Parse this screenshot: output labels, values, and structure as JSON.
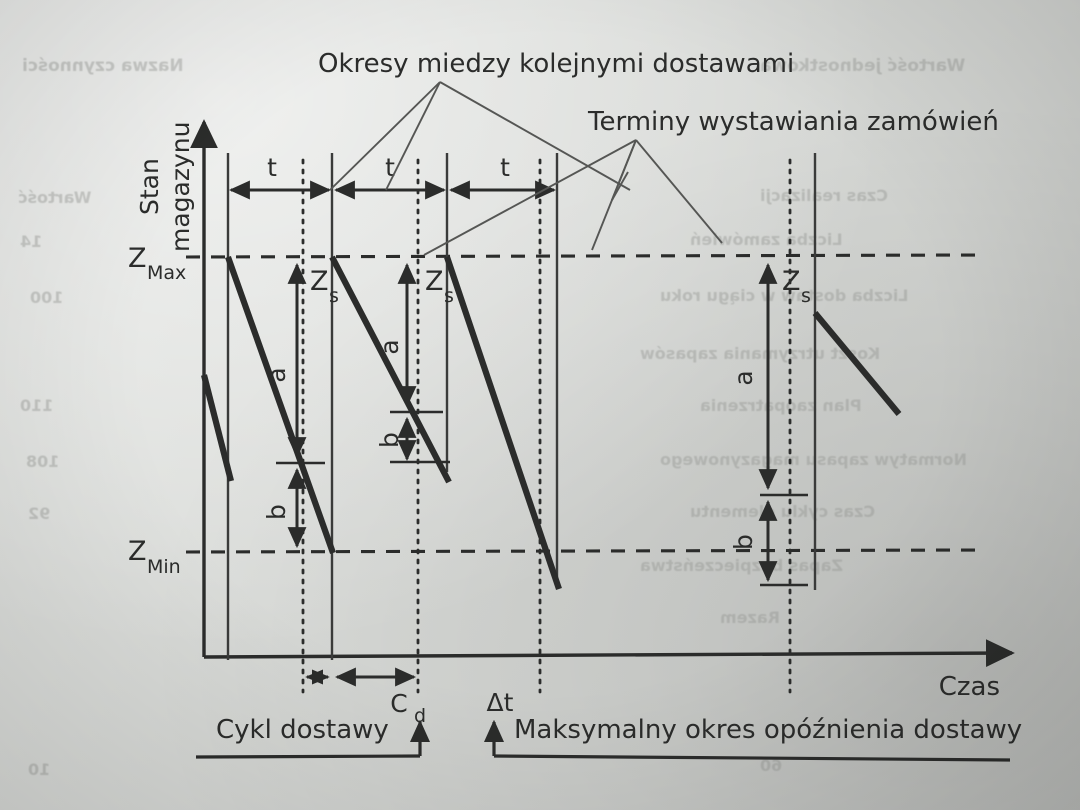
{
  "figure": {
    "axes": {
      "y_label_line1": "Stan",
      "y_label_line2": "magazynu",
      "x_label": "Czas"
    },
    "levels": [
      {
        "id": "zmax",
        "label_main": "Z",
        "label_sub": "Max",
        "y": 257
      },
      {
        "id": "zmin",
        "label_main": "Z",
        "label_sub": "Min",
        "y": 552
      }
    ],
    "period_labels": [
      "t",
      "t",
      "t"
    ],
    "stock_markers": [
      {
        "label_main": "Z",
        "label_sub": "s"
      },
      {
        "label_main": "Z",
        "label_sub": "s"
      },
      {
        "label_main": "Z",
        "label_sub": "s"
      }
    ],
    "segment_labels": {
      "a": "a",
      "b": "b"
    },
    "a_labels": [
      "a",
      "a",
      "a"
    ],
    "b_labels": [
      "b",
      "b",
      "b"
    ],
    "callouts": [
      {
        "id": "periods-between-deliveries",
        "text": "Okresy miedzy kolejnymi dostawami"
      },
      {
        "id": "order-issue-dates",
        "text": "Terminy wystawiania zamówień"
      }
    ],
    "bottom_measures": [
      {
        "id": "cd",
        "label_main": "C",
        "label_sub": "d"
      },
      {
        "id": "delta-t",
        "label_main": "Δt",
        "label_sub": ""
      }
    ],
    "bottom_legend": [
      {
        "id": "delivery-cycle",
        "text": "Cykl dostawy"
      },
      {
        "id": "max-delay-period",
        "text": "Maksymalny okres opóźnienia dostawy"
      }
    ],
    "colors": {
      "ink": "#2b2c2b",
      "ink_light": "#4a4b4a",
      "paper": "#d6d8d5"
    }
  },
  "chart_data": {
    "type": "line",
    "title": "Okresy miedzy kolejnymi dostawami",
    "xlabel": "Czas",
    "ylabel": "Stan magazynu",
    "grid": false,
    "legend_position": "bottom",
    "annotations": [
      "Okresy miedzy kolejnymi dostawami",
      "Terminy wystawiania zamówień",
      "Cykl dostawy",
      "Maksymalny okres opóźnienia dostawy"
    ],
    "y_levels": {
      "Z_Max": 257,
      "Z_Min": 552
    },
    "x_reference_lines_solid": [
      228,
      332,
      447,
      557,
      815
    ],
    "x_reference_lines_dotted": [
      303,
      418,
      540,
      790
    ],
    "periods": [
      {
        "label": "t",
        "x_start": 228,
        "x_end": 332
      },
      {
        "label": "t",
        "x_start": 332,
        "x_end": 447
      },
      {
        "label": "t",
        "x_start": 447,
        "x_end": 557
      }
    ],
    "series": [
      {
        "name": "stock-level",
        "points": [
          [
            204,
            375
          ],
          [
            230,
            480
          ],
          [
            228,
            257
          ],
          [
            304,
            461
          ],
          [
            332,
            552
          ],
          [
            332,
            257
          ],
          [
            420,
            411
          ],
          [
            447,
            480
          ],
          [
            447,
            257
          ],
          [
            540,
            500
          ],
          [
            557,
            586
          ],
          [
            557,
            257
          ],
          [
            815,
            313
          ],
          [
            898,
            413
          ]
        ]
      }
    ],
    "measures": [
      {
        "name": "a",
        "count": 3,
        "meaning": "Z_Max minus reorder level"
      },
      {
        "name": "b",
        "count": 3,
        "meaning": "reorder level minus consumed during lead time"
      },
      {
        "name": "C_d",
        "meaning": "delivery cycle"
      },
      {
        "name": "Δt",
        "meaning": "maximum delivery delay period"
      },
      {
        "name": "Z_s",
        "count": 3,
        "meaning": "order issue date marker"
      }
    ]
  }
}
